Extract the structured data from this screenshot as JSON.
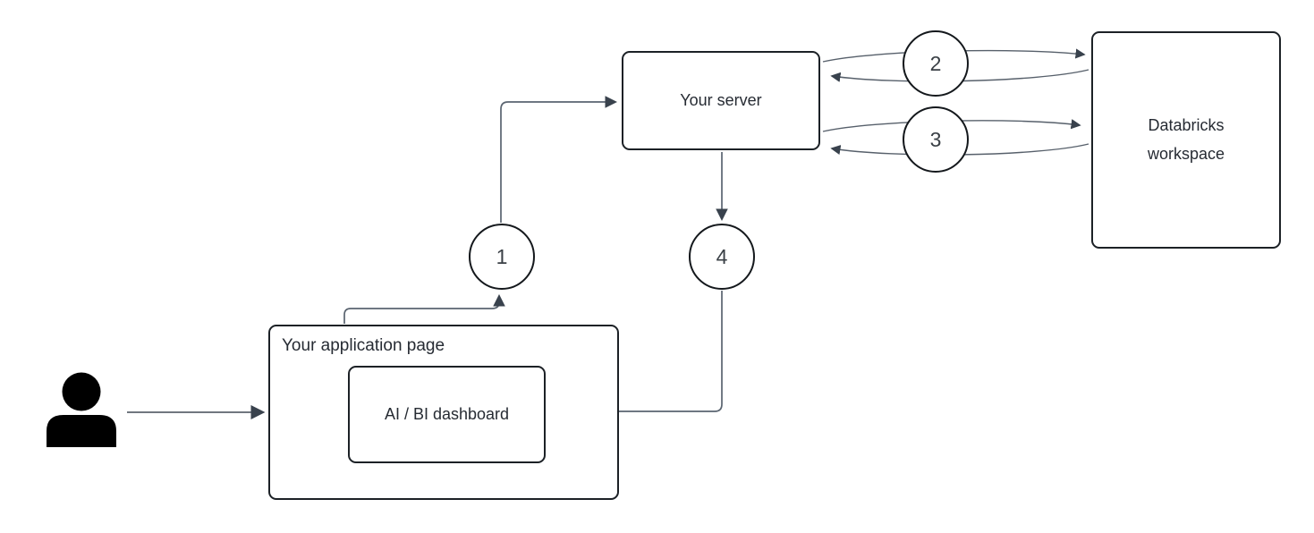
{
  "diagram": {
    "type": "flow-diagram",
    "nodes": {
      "user": {
        "icon": "person-icon"
      },
      "app_page": {
        "label": "Your application page"
      },
      "dashboard": {
        "label": "AI / BI dashboard"
      },
      "server": {
        "label": "Your server"
      },
      "workspace": {
        "label": "Databricks workspace"
      }
    },
    "steps": [
      "1",
      "2",
      "3",
      "4"
    ],
    "edges": [
      {
        "from": "user",
        "to": "app_page"
      },
      {
        "from": "app_page",
        "to": "server",
        "step": "1"
      },
      {
        "from": "server",
        "to": "workspace",
        "step": "2",
        "bidirectional": true
      },
      {
        "from": "server",
        "to": "workspace",
        "step": "3",
        "bidirectional": true
      },
      {
        "from": "server",
        "to": "dashboard",
        "step": "4"
      }
    ],
    "colors": {
      "background": "#ffffff",
      "node_border": "#1c2126",
      "node_text": "#262b33",
      "connector": "#5a6470",
      "arrowhead": "#39424d",
      "badge_text": "#3a4046"
    }
  }
}
